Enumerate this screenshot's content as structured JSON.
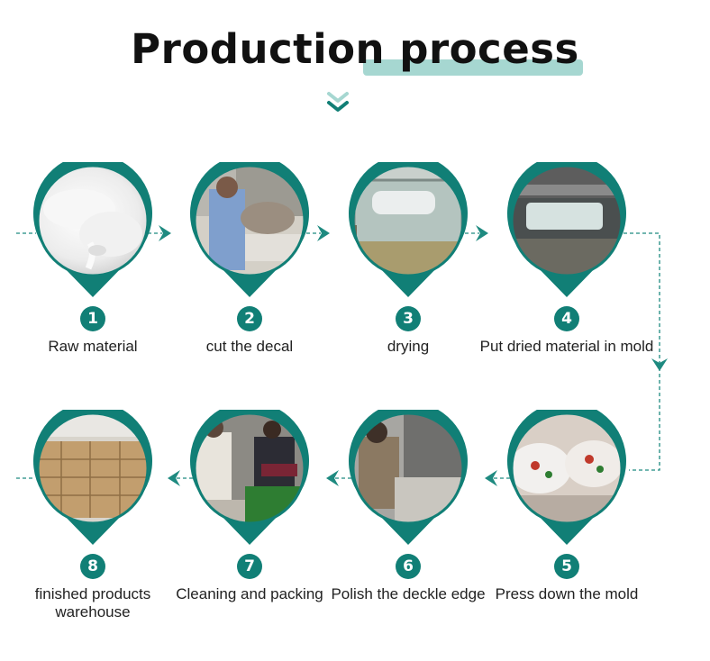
{
  "title": {
    "text": "Production process"
  },
  "colors": {
    "accent": "#117f76",
    "highlight": "#a6d7d1",
    "arrow": "#1e8a80"
  },
  "steps": [
    {
      "number": "1",
      "label": "Raw material",
      "photo": "raw-powder"
    },
    {
      "number": "2",
      "label": "cut the decal",
      "photo": "worker-cutting"
    },
    {
      "number": "3",
      "label": "drying",
      "photo": "drying-tray"
    },
    {
      "number": "4",
      "label": "Put dried material in mold",
      "photo": "mold-press"
    },
    {
      "number": "5",
      "label": "Press down the mold",
      "photo": "decorated-plates"
    },
    {
      "number": "6",
      "label": "Polish the deckle edge",
      "photo": "worker-polishing"
    },
    {
      "number": "7",
      "label": "Cleaning and packing",
      "photo": "workers-packing"
    },
    {
      "number": "8",
      "label": "finished products warehouse",
      "photo": "carton-stacks"
    }
  ]
}
